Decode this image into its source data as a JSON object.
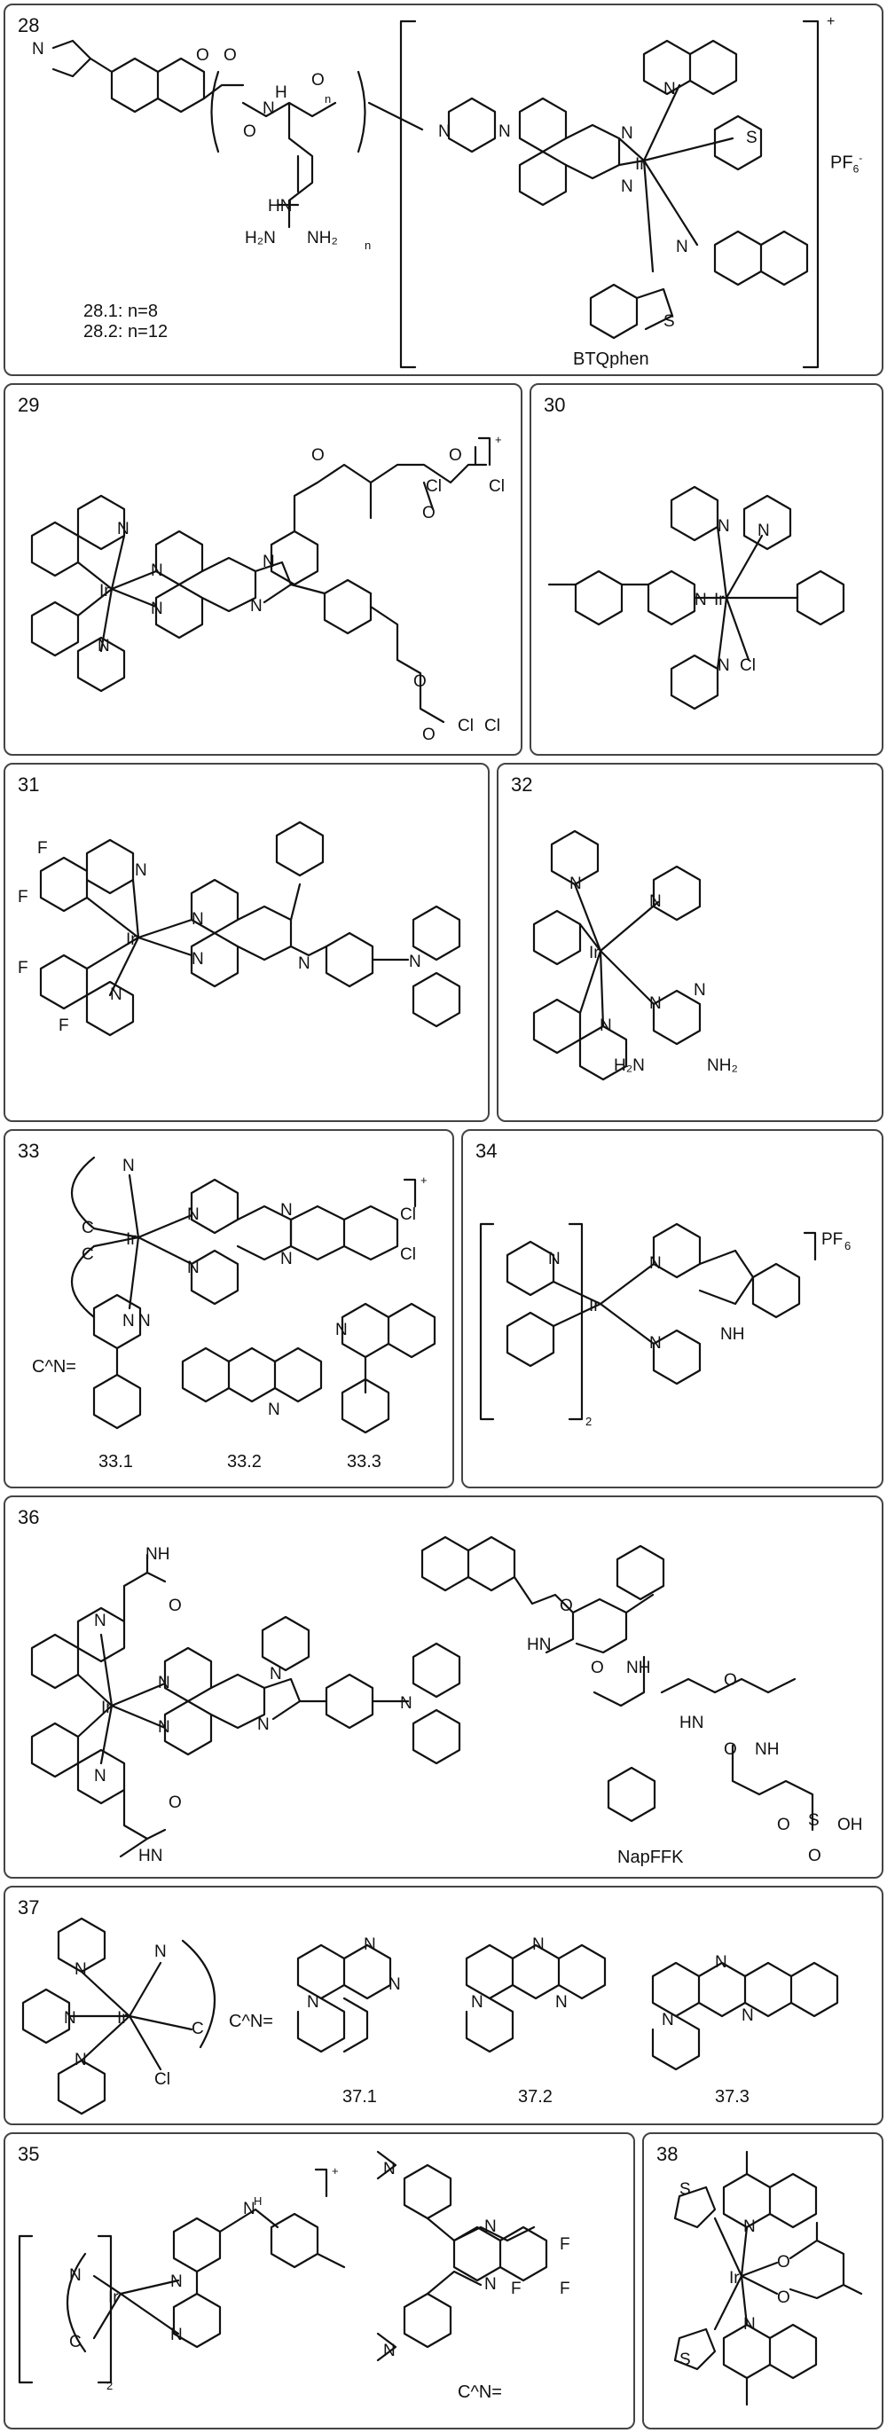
{
  "panels": {
    "p28": {
      "number": "28",
      "labels": {
        "n8": "28.1: n=8",
        "n12": "28.2: n=12",
        "btq": "BTQphen",
        "pf6": "PF",
        "pf6sub": "6",
        "pf6sup": "-",
        "plus": "+"
      }
    },
    "p29": {
      "number": "29",
      "plus": "+"
    },
    "p30": {
      "number": "30"
    },
    "p31": {
      "number": "31"
    },
    "p32": {
      "number": "32"
    },
    "p33": {
      "number": "33",
      "cn": "C^N=",
      "plus": "+",
      "l1": "33.1",
      "l2": "33.2",
      "l3": "33.3"
    },
    "p34": {
      "number": "34",
      "pf6": "PF",
      "pf6sub": "6",
      "sub2": "2"
    },
    "p36": {
      "number": "36",
      "napffk": "NapFFK"
    },
    "p37": {
      "number": "37",
      "cn": "C^N=",
      "l1": "37.1",
      "l2": "37.2",
      "l3": "37.3"
    },
    "p35": {
      "number": "35",
      "cn": "C^N=",
      "plus": "+",
      "sub2": "2"
    },
    "p38": {
      "number": "38"
    }
  },
  "atoms": {
    "Ir": "Ir",
    "N": "N",
    "O": "O",
    "S": "S",
    "C": "C",
    "Cl": "Cl",
    "F": "F",
    "H": "H",
    "NH": "NH",
    "HN": "HN",
    "H2N": "H₂N",
    "NH2": "NH₂",
    "OH": "OH",
    "n": "n"
  }
}
